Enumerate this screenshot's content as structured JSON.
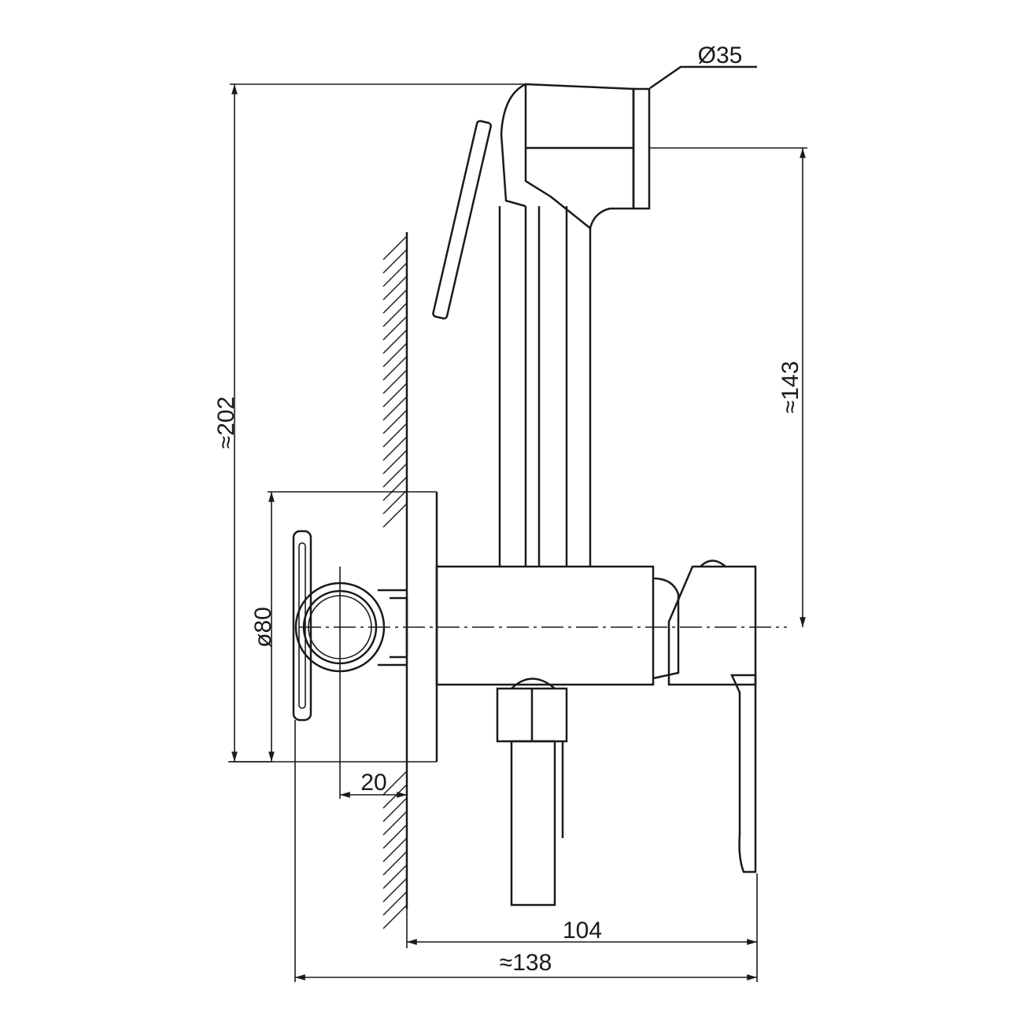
{
  "drawing": {
    "title": "Hygienic shower mixer side view",
    "dimensions": {
      "head_diameter": "Ø35",
      "total_height": "≈202",
      "head_height": "≈143",
      "plate_diameter": "ø80",
      "wall_offset": "20",
      "projection": "104",
      "total_depth": "≈138"
    }
  }
}
